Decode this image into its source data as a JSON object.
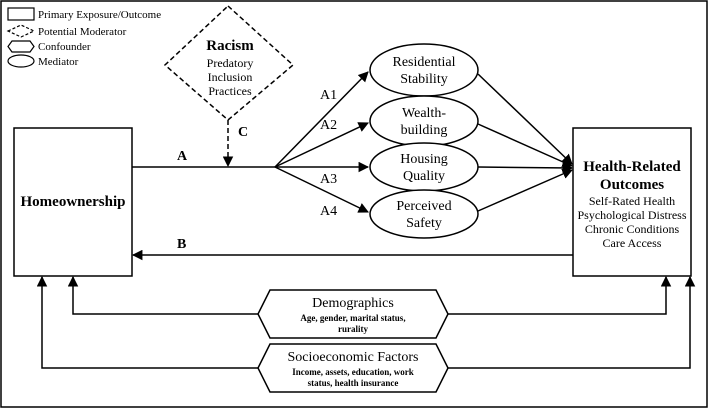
{
  "legend": {
    "primary": "Primary Exposure/Outcome",
    "moderator": "Potential Moderator",
    "confounder": "Confounder",
    "mediator": "Mediator"
  },
  "moderator": {
    "title": "Racism",
    "lines": [
      "Predatory",
      "Inclusion",
      "Practices"
    ]
  },
  "exposure": {
    "title": "Homeownership"
  },
  "outcome": {
    "title_lines": [
      "Health-Related",
      "Outcomes"
    ],
    "lines": [
      "Self-Rated Health",
      "Psychological Distress",
      "Chronic Conditions",
      "Care Access"
    ]
  },
  "mediators": [
    {
      "lines": [
        "Residential",
        "Stability"
      ]
    },
    {
      "lines": [
        "Wealth-",
        "building"
      ]
    },
    {
      "lines": [
        "Housing",
        "Quality"
      ]
    },
    {
      "lines": [
        "Perceived",
        "Safety"
      ]
    }
  ],
  "paths": {
    "a": "A",
    "a1": "A1",
    "a2": "A2",
    "a3": "A3",
    "a4": "A4",
    "b": "B",
    "c": "C"
  },
  "confounders": [
    {
      "title": "Demographics",
      "lines": [
        "Age, gender, marital status,",
        "rurality"
      ]
    },
    {
      "title": "Socioeconomic Factors",
      "lines": [
        "Income, assets, education, work",
        "status, health insurance"
      ]
    }
  ]
}
